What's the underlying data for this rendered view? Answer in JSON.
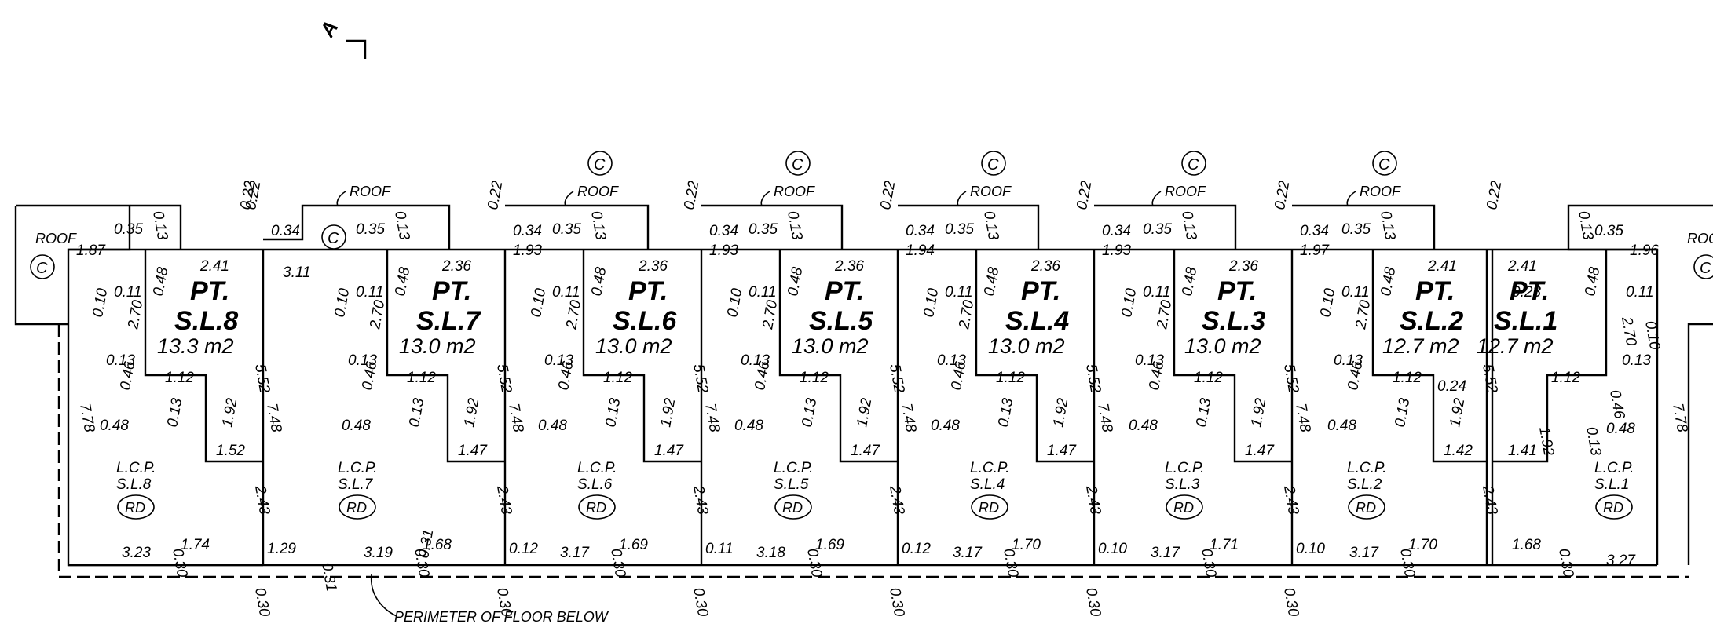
{
  "section_marker": "A",
  "roof_label": "ROOF",
  "grid_label": "C",
  "perimeter_label": "PERIMETER OF FLOOR BELOW",
  "pt_label": "PT.",
  "lcp_label": "L.C.P.",
  "rd_label": "RD",
  "units": [
    {
      "id": "S.L.8",
      "area": "13.3 m2"
    },
    {
      "id": "S.L.7",
      "area": "13.0 m2"
    },
    {
      "id": "S.L.6",
      "area": "13.0 m2"
    },
    {
      "id": "S.L.5",
      "area": "13.0 m2"
    },
    {
      "id": "S.L.4",
      "area": "13.0 m2"
    },
    {
      "id": "S.L.3",
      "area": "13.0 m2"
    },
    {
      "id": "S.L.2",
      "area": "12.7 m2"
    },
    {
      "id": "S.L.1",
      "area": "12.7 m2"
    }
  ],
  "dims": {
    "top_widths": [
      "1.87",
      "3.11",
      "1.93",
      "1.93",
      "1.94",
      "1.93",
      "1.97",
      "1.96"
    ],
    "top_034": "0.34",
    "top_035": "0.35",
    "top_013": "0.13",
    "top_022": "0.22",
    "step_241": "2.41",
    "step_236": "2.36",
    "d010": "0.10",
    "d011": "0.11",
    "d048": "0.48",
    "d270": "2.70",
    "d013": "0.13",
    "d046": "0.46",
    "d112": "1.12",
    "d552": "5.52",
    "d192": "1.92",
    "d748": "7.48",
    "d778": "7.78",
    "d243": "2.43",
    "d030": "0.30",
    "d031": "0.31",
    "d024": "0.24",
    "d023": "0.23",
    "notch_widths": [
      "1.52",
      "1.47",
      "1.47",
      "1.47",
      "1.47",
      "1.47",
      "1.42",
      "1.41"
    ],
    "bottom_left": [
      "3.23",
      "3.19",
      "3.17",
      "3.18",
      "3.17",
      "3.17",
      "3.17",
      "3.27"
    ],
    "bottom_right": [
      "1.74",
      "1.68",
      "1.69",
      "1.69",
      "1.70",
      "1.71",
      "1.70",
      "1.68"
    ],
    "bottom_left_small": [
      "",
      "1.29",
      "0.12",
      "0.11",
      "0.12",
      "0.10",
      "0.10",
      ""
    ]
  }
}
